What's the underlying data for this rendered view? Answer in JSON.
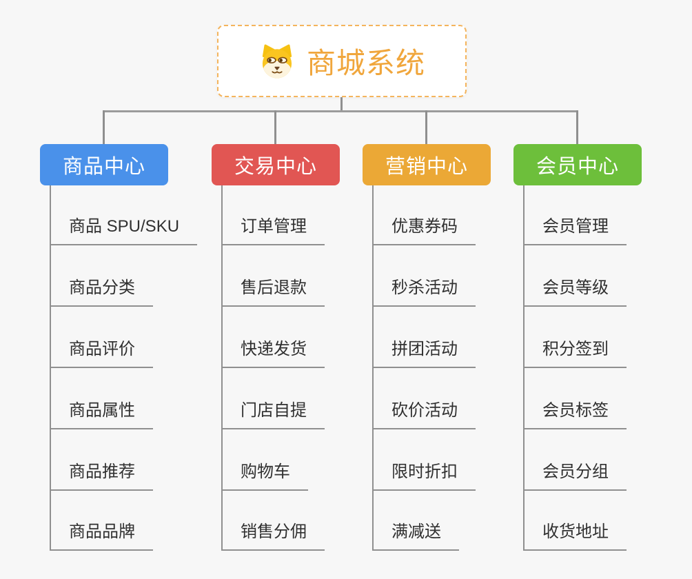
{
  "canvas": {
    "background": "#f7f7f7",
    "connector_color": "#8f8f8f"
  },
  "root": {
    "title": "商城系统",
    "icon": "shiba-dog-icon",
    "text_color": "#f0a63c",
    "border_color": "#f4b45c"
  },
  "branches": [
    {
      "label": "商品中心",
      "color": "#4a91ea",
      "children": [
        "商品 SPU/SKU",
        "商品分类",
        "商品评价",
        "商品属性",
        "商品推荐",
        "商品品牌"
      ]
    },
    {
      "label": "交易中心",
      "color": "#e15653",
      "children": [
        "订单管理",
        "售后退款",
        "快递发货",
        "门店自提",
        "购物车",
        "销售分佣"
      ]
    },
    {
      "label": "营销中心",
      "color": "#eba836",
      "children": [
        "优惠券码",
        "秒杀活动",
        "拼团活动",
        "砍价活动",
        "限时折扣",
        "满减送"
      ]
    },
    {
      "label": "会员中心",
      "color": "#6dbf3b",
      "children": [
        "会员管理",
        "会员等级",
        "积分签到",
        "会员标签",
        "会员分组",
        "收货地址"
      ]
    }
  ]
}
